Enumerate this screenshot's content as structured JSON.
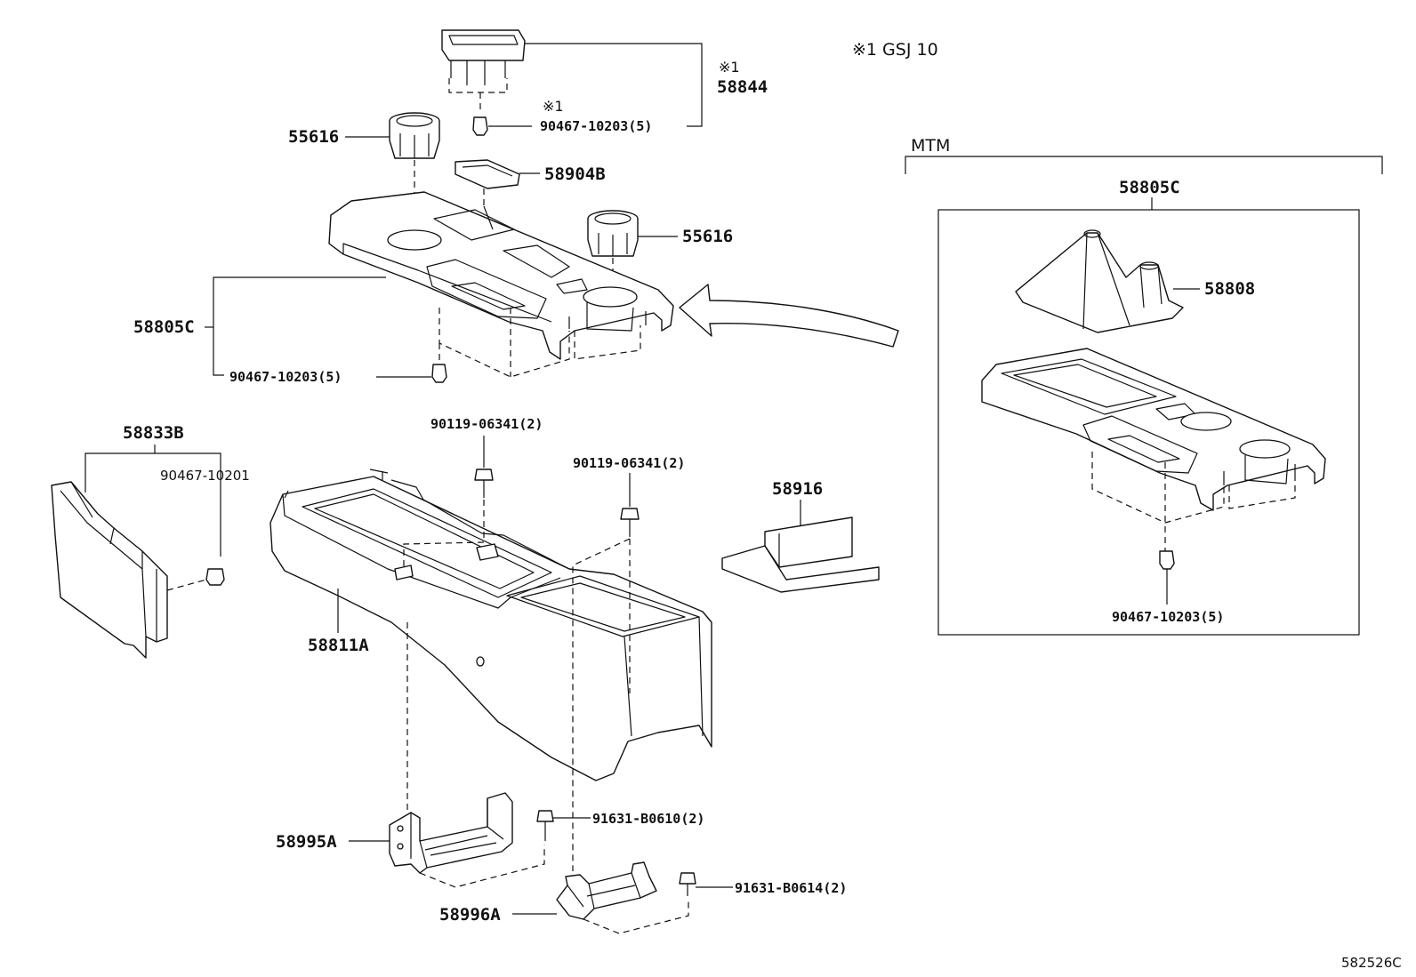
{
  "notes": {
    "variant_note": "※1  GSJ 10",
    "mtm_label": "MTM",
    "figure_code": "582526C"
  },
  "marks": {
    "ref1_a": "※1",
    "ref1_b": "※1"
  },
  "parts": {
    "p58844": "58844",
    "p90467_top": "90467-10203(5)",
    "p55616_left": "55616",
    "p58904b": "58904B",
    "p55616_right": "55616",
    "p58805c_main": "58805C",
    "p90467_mid": "90467-10203(5)",
    "p58833b": "58833B",
    "p90467_10201": "90467-10201",
    "p90119_a": "90119-06341(2)",
    "p90119_b": "90119-06341(2)",
    "p58916": "58916",
    "p58811a": "58811A",
    "p58995a": "58995A",
    "p91631_0610": "91631-B0610(2)",
    "p58996a": "58996A",
    "p91631_0614": "91631-B0614(2)",
    "p58805c_mtm": "58805C",
    "p58808": "58808",
    "p90467_mtm": "90467-10203(5)"
  }
}
